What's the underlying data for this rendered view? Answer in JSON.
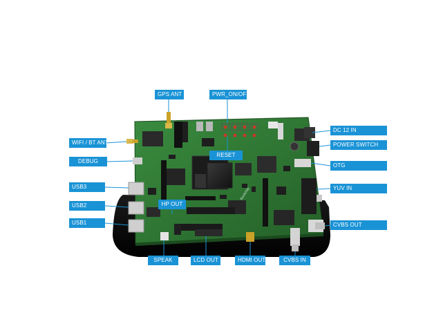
{
  "colors": {
    "label_bg": "#1a93d6",
    "label_text": "#ffffff",
    "leader_line": "#1a93d6",
    "pcb": "#2f7d35",
    "background": "#ffffff"
  },
  "labels": {
    "gps_ant": "GPS ANT",
    "pwr_on_off": "PWR_ON/OFF",
    "wifi_bt_ant": "WIFI / BT ANT",
    "debug": "DEBUG",
    "usb3": "USB3",
    "usb2": "USB2",
    "usb1": "USB1",
    "reset": "RESET",
    "hp_out": "HP OUT",
    "dc_12_in": "DC 12  IN",
    "power_switch": "POWER SWITCH",
    "otg": "OTG",
    "yuv_in": "YUV IN",
    "cvbs_out": "CVBS OUT",
    "speak": "SPEAK",
    "lcd_out": "LCD OUT",
    "hdmi_out": "HDMI OUT",
    "cvbs_in": "CVBS IN"
  },
  "board": {
    "silkscreen_logo": "Rockchip"
  }
}
